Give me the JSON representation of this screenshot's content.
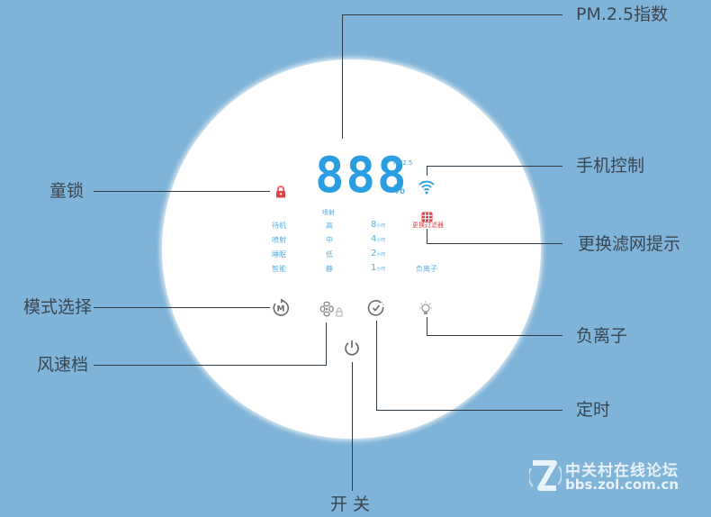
{
  "diagram": {
    "background_color": "#7fb3d7",
    "panel_color": "#ffffff",
    "display": {
      "digits": "888",
      "pm_label": "PM2.5",
      "percent": "%",
      "digit_color": "#2a9ee0"
    },
    "indicators": {
      "spray_label": "喷射",
      "filter_warning": "更换过滤器",
      "anion": "负离子",
      "modes": [
        "待机",
        "喷射",
        "睡眠",
        "智能"
      ],
      "speeds": [
        "高",
        "中",
        "低",
        "静"
      ],
      "timers": [
        "8",
        "4",
        "2",
        "1"
      ],
      "timer_unit": "小时"
    },
    "icons": {
      "child_lock": "lock-icon",
      "wifi": "wifi-icon",
      "filter": "filter-grid-icon",
      "mode": "mode-m-icon",
      "fan": "fan-icon",
      "timer": "timer-icon",
      "anion": "bulb-icon",
      "power": "power-icon",
      "lock_color": "#e0444a"
    },
    "callouts": {
      "pm25": "PM.2.5指数",
      "child_lock": "童锁",
      "phone_control": "手机控制",
      "filter_reminder": "更换滤网提示",
      "mode_select": "模式选择",
      "anion": "负离子",
      "fan_speed": "风速档",
      "timer": "定时",
      "power": "开 关"
    },
    "watermark": {
      "line1": "中关村在线论坛",
      "line2": "bbs.zol.com.cn",
      "logo": "Z"
    }
  }
}
